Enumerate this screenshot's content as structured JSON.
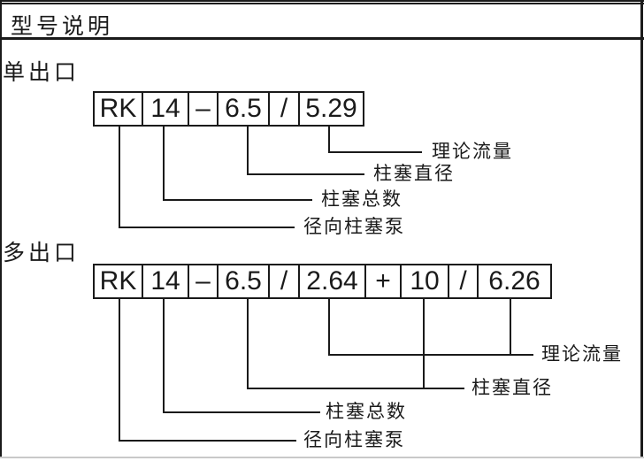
{
  "page": {
    "title": "型号说明"
  },
  "single": {
    "heading": "单出口",
    "cells": [
      "RK",
      "14",
      "–",
      "6.5",
      "/",
      "5.29"
    ],
    "labels": {
      "flow": "理论流量",
      "diameter": "柱塞直径",
      "count": "柱塞总数",
      "pump": "径向柱塞泵"
    }
  },
  "multi": {
    "heading": "多出口",
    "cells": [
      "RK",
      "14",
      "–",
      "6.5",
      "/",
      "2.64",
      "+",
      "10",
      "/",
      "6.26"
    ],
    "labels": {
      "flow": "理论流量",
      "diameter": "柱塞直径",
      "count": "柱塞总数",
      "pump": "径向柱塞泵"
    }
  },
  "colors": {
    "ink": "#1a1a1a",
    "background": "#ffffff",
    "footer_strip": "#c9c9c9"
  }
}
